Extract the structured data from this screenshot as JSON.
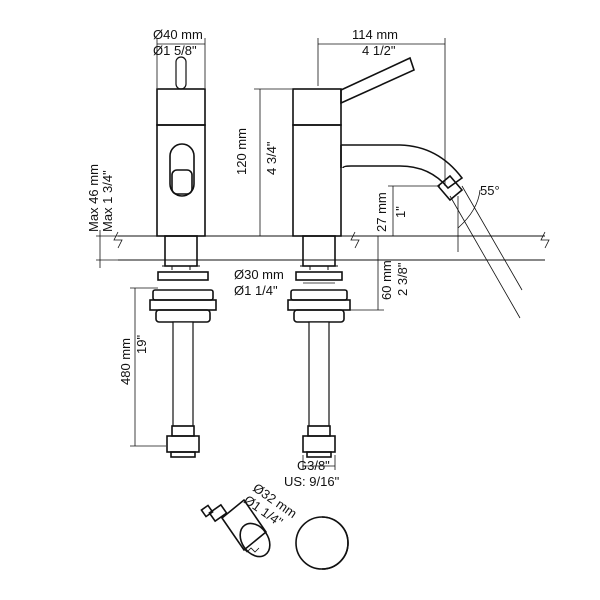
{
  "dimensions": {
    "spout_reach_mm": "114 mm",
    "spout_reach_in": "4 1/2\"",
    "lever_dia_mm": "Ø40 mm",
    "lever_dia_in": "Ø1 5/8\"",
    "body_height_mm": "120 mm",
    "body_height_in": "4 3/4\"",
    "deck_max_mm": "Max 46 mm",
    "deck_max_in": "Max 1 3/4\"",
    "spout_height_mm": "27 mm",
    "spout_height_in": "1\"",
    "spout_angle": "55°",
    "shank_dia_mm": "Ø30 mm",
    "shank_dia_in": "Ø1 1/4\"",
    "shank_len_mm": "60 mm",
    "shank_len_in": "2 3/8\"",
    "hose_len_mm": "480 mm",
    "hose_len_in": "19\"",
    "thread": "G3/8\"",
    "thread_us": "US: 9/16\"",
    "hole_dia_mm": "Ø32 mm",
    "hole_dia_in": "Ø1 1/4\""
  }
}
